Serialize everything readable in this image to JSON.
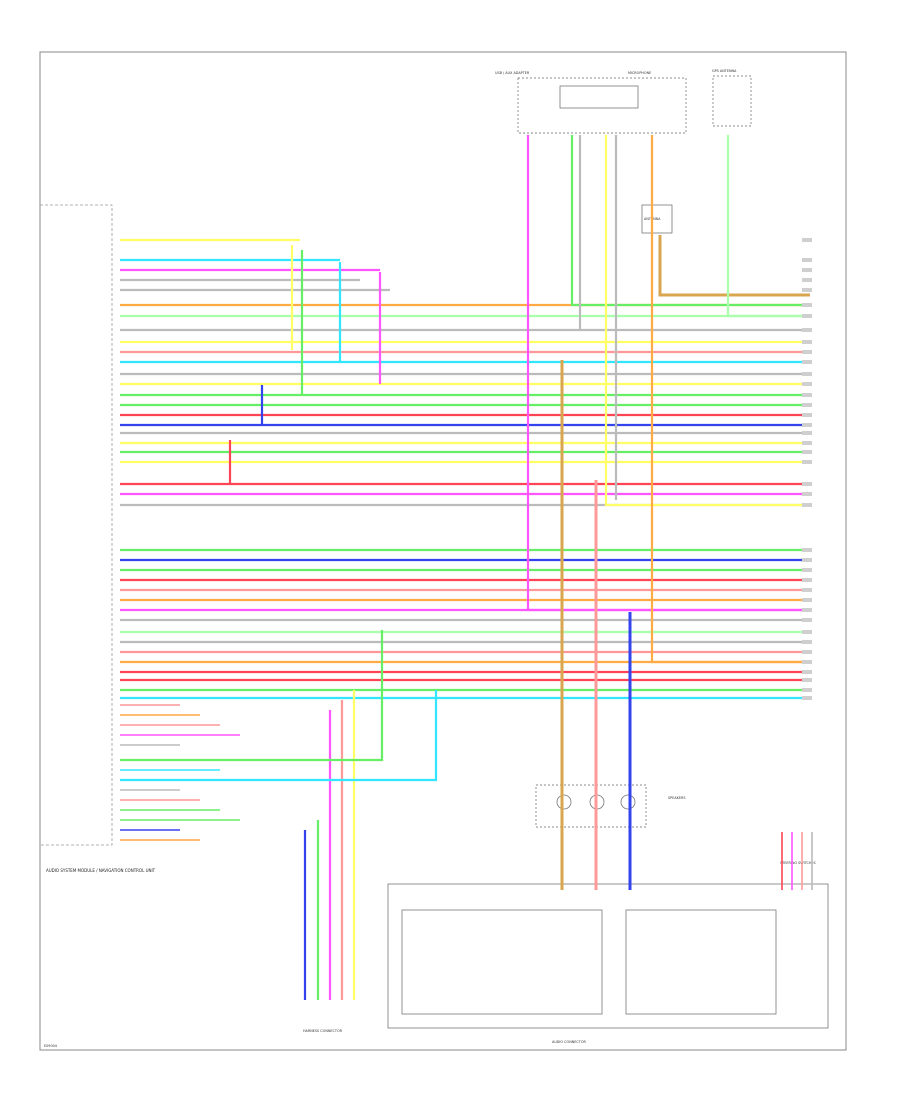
{
  "diagram": {
    "module_label": "AUDIO SYSTEM MODULE / NAVIGATION CONTROL UNIT",
    "speakers_label": "SPEAKERS",
    "steering_label": "STEERING SWITCHES",
    "connector_bottom_label": "AUDIO CONNECTOR",
    "footer_code": "E09004",
    "top_module_left": "USB / AUX ADAPTER",
    "top_module_mid": "MICROPHONE",
    "top_module_right": "GPS ANTENNA",
    "relay_label": "ANTENNA",
    "colors": {
      "pink": "#ff55ff",
      "cyan": "#33e6ff",
      "green": "#66ee66",
      "blue": "#3344ee",
      "red": "#ff4455",
      "orange": "#ffaa44",
      "yellow": "#ffff66",
      "lightred": "#ff9999",
      "gray": "#bbbbbb",
      "lightgreen": "#aaffaa",
      "tan": "#d9a64f"
    }
  }
}
